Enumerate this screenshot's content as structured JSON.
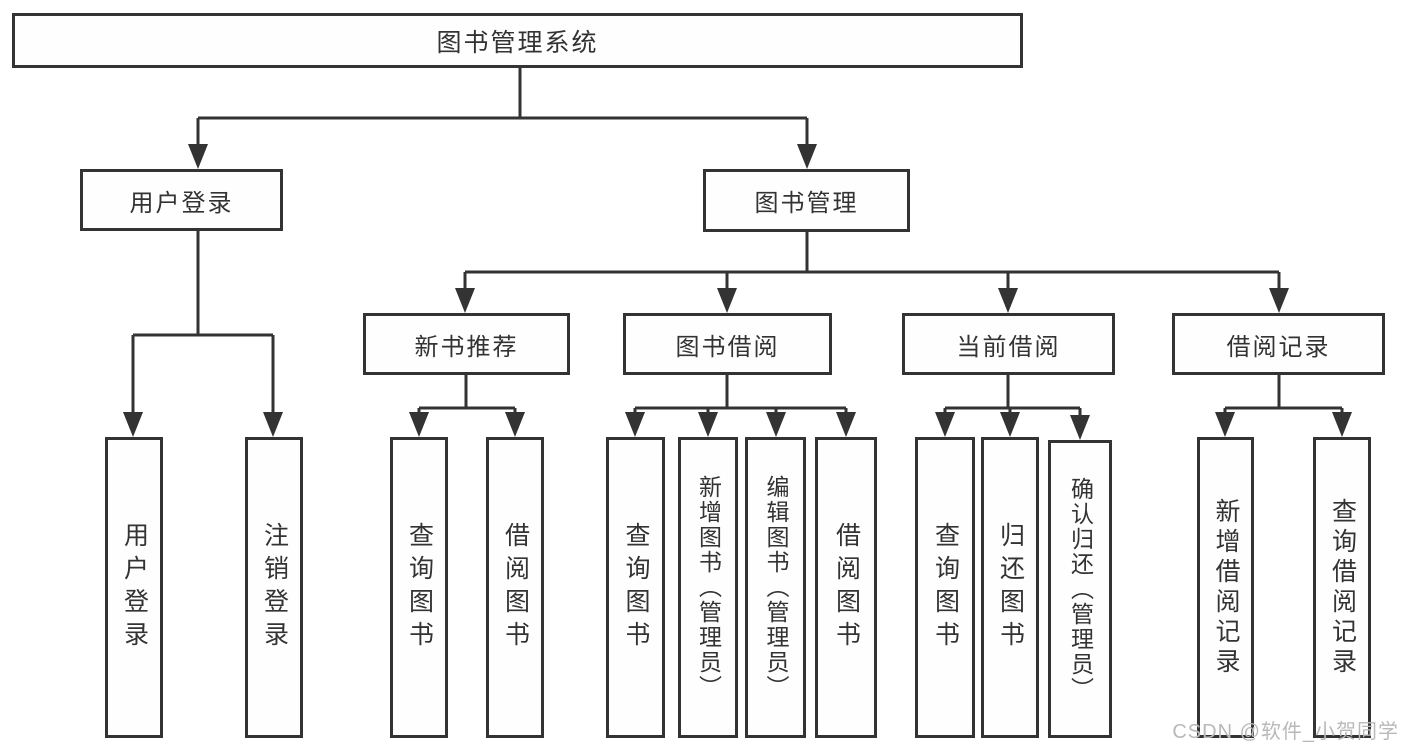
{
  "diagram": {
    "colors": {
      "line": "#333333",
      "text": "#333333",
      "box_background": "#fefefe",
      "watermark": "#b9b9b9"
    },
    "nodes": {
      "root": "图书管理系统",
      "user_login": "用户登录",
      "book_management": "图书管理",
      "new_book_recommend": "新书推荐",
      "book_borrowing": "图书借阅",
      "current_borrowing": "当前借阅",
      "borrowing_records": "借阅记录",
      "leaf_user_login": "用户登录",
      "leaf_logout": "注销登录",
      "nbr_query_books": "查询图书",
      "nbr_borrow_books": "借阅图书",
      "bb_query_books": "查询图书",
      "bb_add_books": "新增图书（管理员）",
      "bb_edit_books": "编辑图书（管理员）",
      "bb_borrow_books": "借阅图书",
      "cb_query_books": "查询图书",
      "cb_return_books": "归还图书",
      "cb_confirm_return": "确认归还（管理员）",
      "br_add_record": "新增借阅记录",
      "br_query_record": "查询借阅记录"
    },
    "hierarchy": {
      "图书管理系统": [
        "用户登录",
        "图书管理"
      ],
      "用户登录": [
        "用户登录",
        "注销登录"
      ],
      "图书管理": [
        "新书推荐",
        "图书借阅",
        "当前借阅",
        "借阅记录"
      ],
      "新书推荐": [
        "查询图书",
        "借阅图书"
      ],
      "图书借阅": [
        "查询图书",
        "新增图书（管理员）",
        "编辑图书（管理员）",
        "借阅图书"
      ],
      "当前借阅": [
        "查询图书",
        "归还图书",
        "确认归还（管理员）"
      ],
      "借阅记录": [
        "新增借阅记录",
        "查询借阅记录"
      ]
    },
    "watermark": "CSDN @软件_小贺同学"
  }
}
